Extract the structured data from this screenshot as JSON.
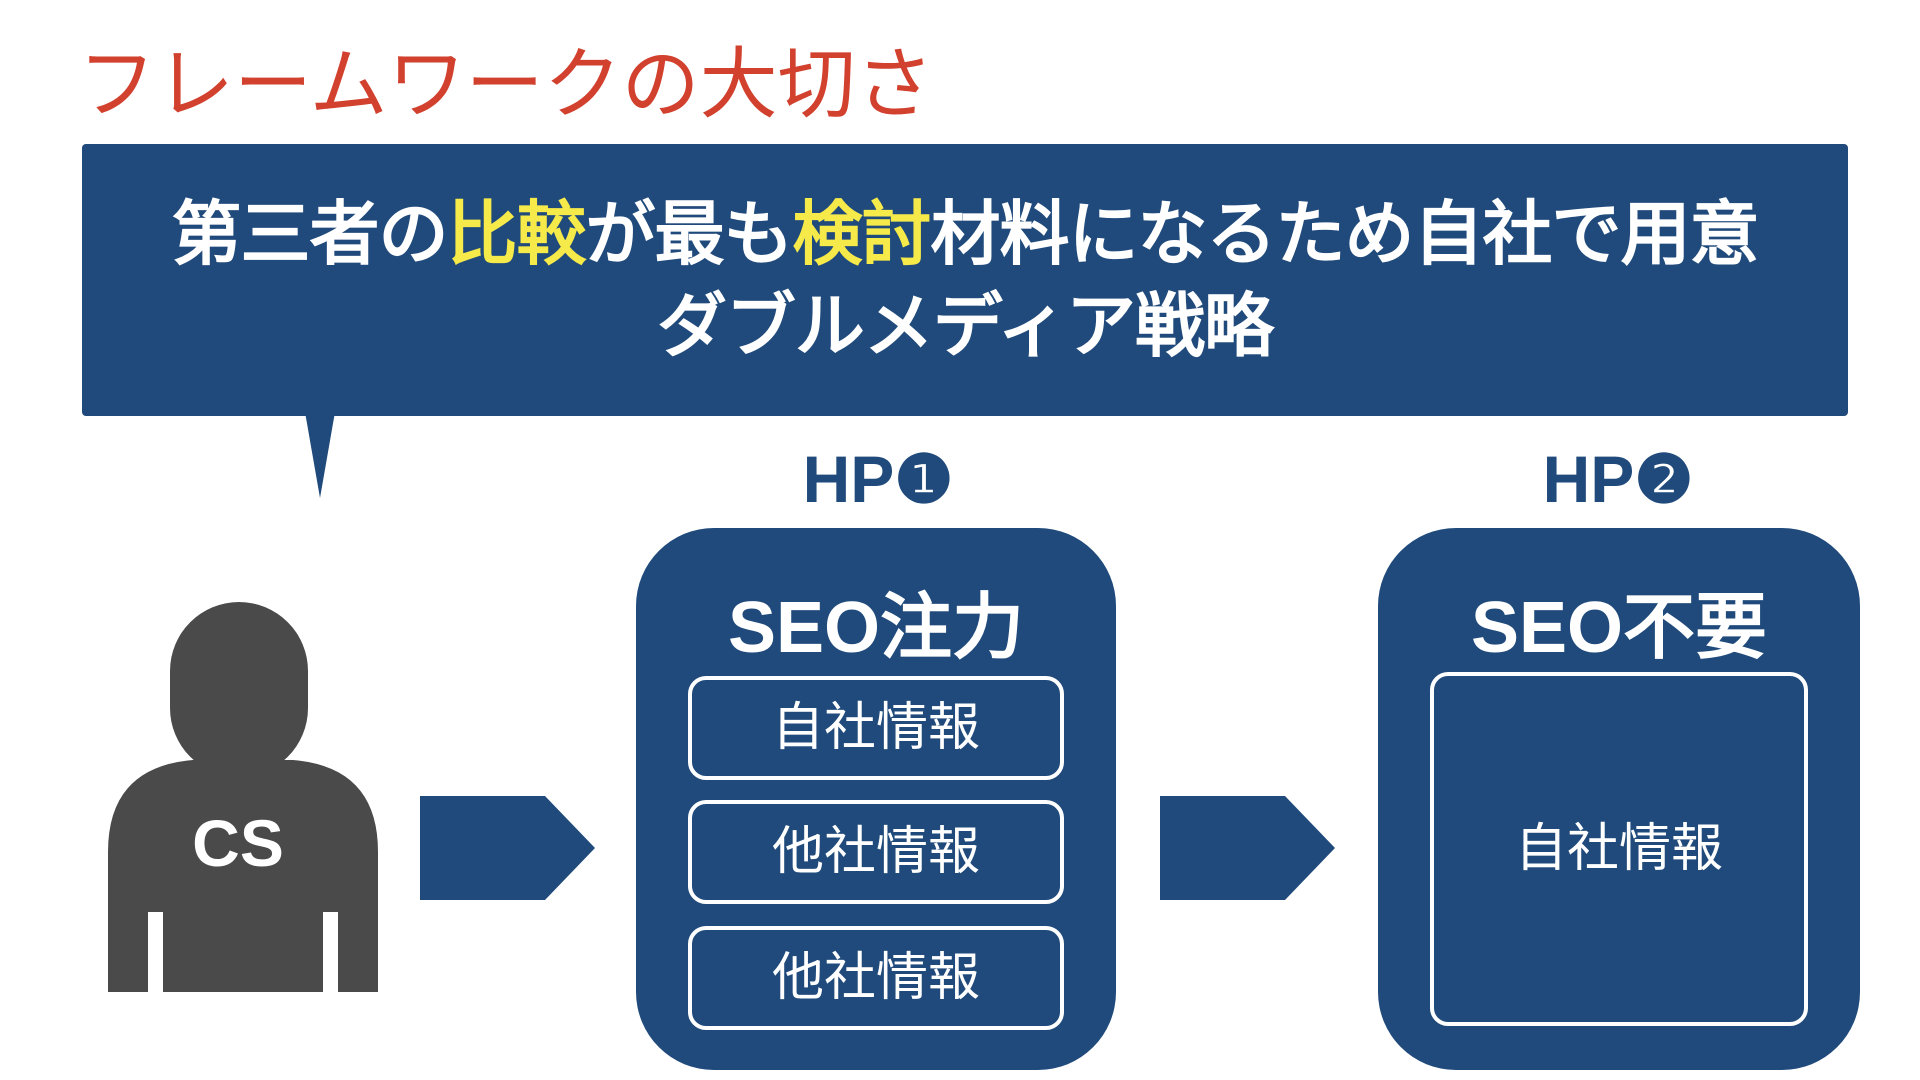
{
  "title": "フレームワークの大切さ",
  "callout": {
    "line1": {
      "seg1": "第三者の",
      "seg2": "比較",
      "seg3": "が最も",
      "seg4": "検討",
      "seg5": "材料になるため自社で用意"
    },
    "line2": "ダブルメディア戦略"
  },
  "person": {
    "label": "CS"
  },
  "hp1": {
    "label": "HP❶",
    "heading": "SEO注力",
    "items": [
      "自社情報",
      "他社情報",
      "他社情報"
    ]
  },
  "hp2": {
    "label": "HP❷",
    "heading": "SEO不要",
    "items": [
      "自社情報"
    ]
  },
  "colors": {
    "title": "#d2402e",
    "navy": "#1f4a7b",
    "highlight": "#f6e94a",
    "person": "#4a4a4a",
    "background": "#ffffff"
  }
}
